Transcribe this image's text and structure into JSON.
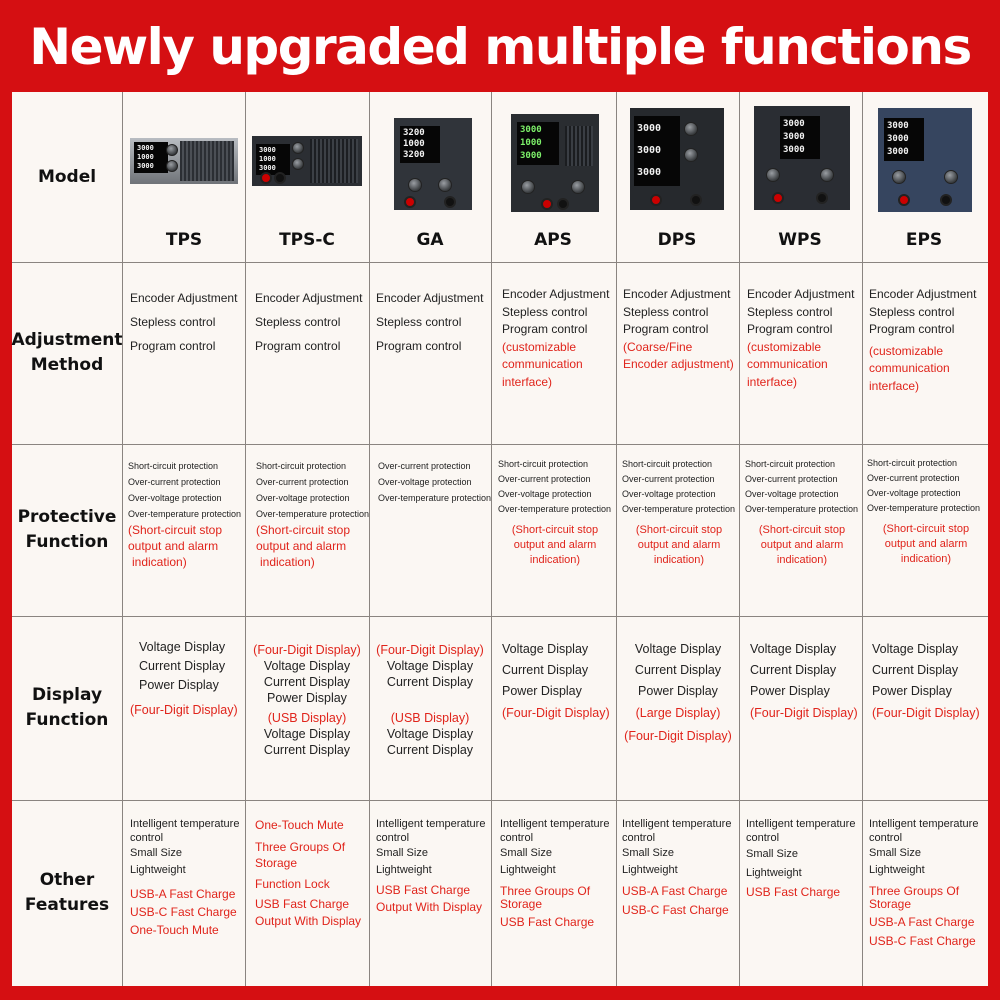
{
  "title": "Newly upgraded multiple functions",
  "row_headers": {
    "model": "Model",
    "adjustment": [
      "Adjustment",
      "Method"
    ],
    "protective": [
      "Protective",
      "Function"
    ],
    "display": [
      "Display",
      "Function"
    ],
    "other": [
      "Other",
      "Features"
    ]
  },
  "models": [
    {
      "name": "TPS",
      "lcd": [
        "3000",
        "1000",
        "3000"
      ]
    },
    {
      "name": "TPS-C",
      "lcd": [
        "3000",
        "1000",
        "3000"
      ]
    },
    {
      "name": "GA",
      "lcd": [
        "3200",
        "1000",
        "3200"
      ]
    },
    {
      "name": "APS",
      "lcd": [
        "3000",
        "1000",
        "3000"
      ]
    },
    {
      "name": "DPS",
      "lcd": [
        "3000",
        "3000",
        "3000"
      ]
    },
    {
      "name": "WPS",
      "lcd": [
        "3000",
        "3000",
        "3000"
      ]
    },
    {
      "name": "EPS",
      "lcd": [
        "3000",
        "3000",
        "3000"
      ]
    }
  ],
  "adjustment": [
    [
      "Encoder Adjustment",
      "Stepless control",
      "Program control"
    ],
    [
      "Encoder Adjustment",
      "Stepless control",
      "Program control"
    ],
    [
      "Encoder Adjustment",
      "Stepless control",
      "Program control"
    ],
    [
      "Encoder Adjustment",
      "Stepless control",
      "Program control",
      "(customizable",
      "communication",
      "interface)"
    ],
    [
      "Encoder Adjustment",
      "Stepless control",
      "Program control",
      "(Coarse/Fine",
      "Encoder adjustment)"
    ],
    [
      "Encoder Adjustment",
      "Stepless control",
      "Program control",
      "(customizable",
      "communication",
      "interface)"
    ],
    [
      "Encoder Adjustment",
      "Stepless control",
      "Program control",
      "(customizable",
      "communication",
      "interface)"
    ]
  ],
  "protective": [
    [
      "Short-circuit protection",
      "Over-current protection",
      "Over-voltage protection",
      "Over-temperature protection",
      "(Short-circuit stop",
      "output and alarm",
      "indication)"
    ],
    [
      "Short-circuit protection",
      "Over-current protection",
      "Over-voltage protection",
      "Over-temperature protection",
      "(Short-circuit stop",
      "output and alarm",
      "indication)"
    ],
    [
      "Over-current protection",
      "Over-voltage protection",
      "Over-temperature protection"
    ],
    [
      "Short-circuit protection",
      "Over-current protection",
      "Over-voltage protection",
      "Over-temperature protection",
      "(Short-circuit stop",
      "output and alarm",
      "indication)"
    ],
    [
      "Short-circuit protection",
      "Over-current protection",
      "Over-voltage protection",
      "Over-temperature protection",
      "(Short-circuit stop",
      "output and alarm",
      "indication)"
    ],
    [
      "Short-circuit protection",
      "Over-current protection",
      "Over-voltage protection",
      "Over-temperature protection",
      "(Short-circuit stop",
      "output and alarm",
      "indication)"
    ],
    [
      "Short-circuit protection",
      "Over-current protection",
      "Over-voltage protection",
      "Over-temperature protection",
      "(Short-circuit stop",
      "output and alarm",
      "indication)"
    ]
  ],
  "display": [
    [
      "Voltage Display",
      "Current Display",
      "Power Display",
      "(Four-Digit Display)"
    ],
    [
      "(Four-Digit Display)",
      "Voltage Display",
      "Current Display",
      "Power Display",
      "(USB Display)",
      "Voltage Display",
      "Current Display"
    ],
    [
      "(Four-Digit Display)",
      "Voltage Display",
      "Current Display",
      "(USB Display)",
      "Voltage Display",
      "Current Display"
    ],
    [
      "Voltage Display",
      "Current Display",
      "Power Display",
      "(Four-Digit Display)"
    ],
    [
      "Voltage Display",
      "Current Display",
      "Power Display",
      "(Large Display)",
      "(Four-Digit Display)"
    ],
    [
      "Voltage Display",
      "Current Display",
      "Power Display",
      "(Four-Digit Display)"
    ],
    [
      "Voltage Display",
      "Current Display",
      "Power Display",
      "(Four-Digit Display)"
    ]
  ],
  "other": [
    [
      "Intelligent temperature",
      "control",
      "Small Size",
      "Lightweight",
      "USB-A Fast Charge",
      "USB-C Fast Charge",
      "One-Touch Mute"
    ],
    [
      "One-Touch Mute",
      "Three Groups Of",
      "Storage",
      "Function Lock",
      "USB Fast Charge",
      "Output With Display"
    ],
    [
      "Intelligent temperature",
      "control",
      "Small Size",
      "Lightweight",
      "USB Fast Charge",
      "Output With Display"
    ],
    [
      "Intelligent temperature",
      "control",
      "Small Size",
      "Lightweight",
      "Three Groups Of",
      "Storage",
      "USB Fast Charge"
    ],
    [
      "Intelligent temperature",
      "control",
      "Small Size",
      "Lightweight",
      "USB-A Fast Charge",
      "USB-C Fast Charge"
    ],
    [
      "Intelligent temperature",
      "control",
      "Small Size",
      "Lightweight",
      "USB Fast Charge"
    ],
    [
      "Intelligent temperature",
      "control",
      "Small Size",
      "Lightweight",
      "Three Groups Of",
      "Storage",
      "USB-A Fast Charge",
      "USB-C Fast Charge"
    ]
  ],
  "colors": {
    "background": "#d50f12",
    "table": "#fbf7f3",
    "highlight_text": "#e0241b",
    "device_body": "#2b2e33"
  }
}
